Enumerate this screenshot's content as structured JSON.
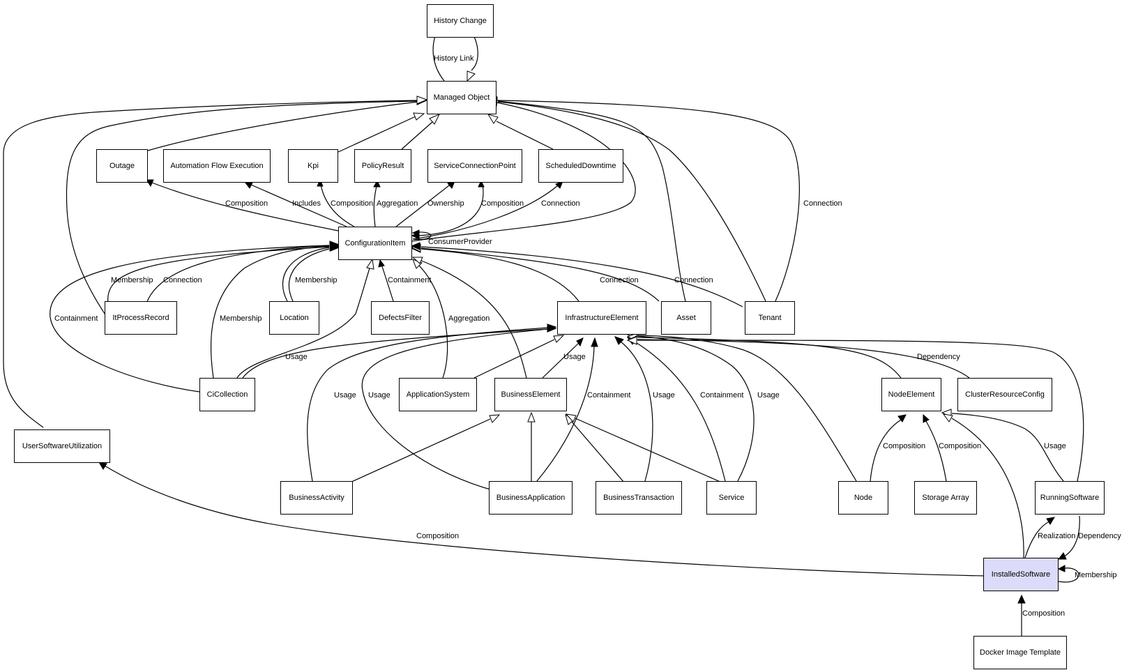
{
  "nodes": {
    "history_change": "History Change",
    "managed_object": "Managed Object",
    "outage": "Outage",
    "automation_flow_execution": "Automation Flow Execution",
    "kpi": "Kpi",
    "policy_result": "PolicyResult",
    "service_connection_point": "ServiceConnectionPoint",
    "scheduled_downtime": "ScheduledDowntime",
    "configuration_item": "ConfigurationItem",
    "it_process_record": "ItProcessRecord",
    "location": "Location",
    "defects_filter": "DefectsFilter",
    "infrastructure_element": "InfrastructureElement",
    "asset": "Asset",
    "tenant": "Tenant",
    "ci_collection": "CiCollection",
    "application_system": "ApplicationSystem",
    "business_element": "BusinessElement",
    "node_element": "NodeElement",
    "cluster_resource_config": "ClusterResourceConfig",
    "user_software_utilization": "UserSoftwareUtilization",
    "business_activity": "BusinessActivity",
    "business_application": "BusinessApplication",
    "business_transaction": "BusinessTransaction",
    "service": "Service",
    "node": "Node",
    "storage_array": "Storage Array",
    "running_software": "RunningSoftware",
    "installed_software": "InstalledSoftware",
    "docker_image_template": "Docker Image Template"
  },
  "highlight_node": "installed_software",
  "colors": {
    "highlight_fill": "#dcdcfa",
    "stroke": "#000000",
    "background": "#ffffff"
  },
  "edge_labels": {
    "history_link": "History Link",
    "outage_composition": "Composition",
    "afe_includes": "Includes",
    "kpi_composition": "Composition",
    "policy_aggregation": "Aggregation",
    "scp_ownership": "Ownership",
    "scp_composition": "Composition",
    "sd_connection": "Connection",
    "tenant_mo_connection": "Connection",
    "consumer_provider": "ConsumerProvider",
    "itpr_membership": "Membership",
    "itpr_connection": "Connection",
    "location_membership": "Membership",
    "defects_containment": "Containment",
    "asset_connection": "Connection",
    "tenant_ci_connection": "Connection",
    "cicollection_containment": "Containment",
    "cicollection_membership": "Membership",
    "appsys_aggregation": "Aggregation",
    "cicollection_usage": "Usage",
    "be_usage": "Usage",
    "cluster_dependency": "Dependency",
    "ba_usage": "Usage",
    "bapp_usage": "Usage",
    "bapp_containment": "Containment",
    "bt_usage": "Usage",
    "service_containment": "Containment",
    "service_usage": "Usage",
    "node_composition": "Composition",
    "storage_composition": "Composition",
    "rs_usage": "Usage",
    "is_usu_composition": "Composition",
    "is_realization": "Realization",
    "is_dependency": "Dependency",
    "is_membership": "Membership",
    "docker_composition": "Composition"
  }
}
